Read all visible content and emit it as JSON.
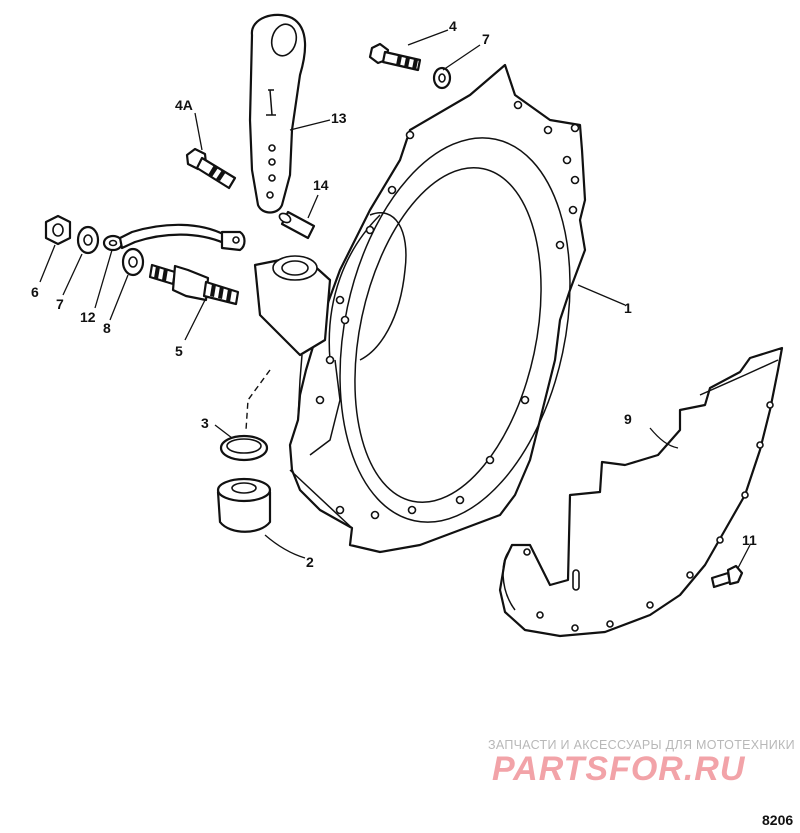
{
  "callouts": {
    "p1": "1",
    "p2": "2",
    "p3": "3",
    "p4": "4",
    "p4a": "4A",
    "p5": "5",
    "p6": "6",
    "p7a": "7",
    "p7b": "7",
    "p8": "8",
    "p9": "9",
    "p11": "11",
    "p12": "12",
    "p13": "13",
    "p14": "14"
  },
  "watermark": {
    "tagline": "ЗАПЧАСТИ И АКСЕССУАРЫ ДЛЯ МОТОТЕХНИКИ",
    "logo": "PARTSFOR.RU"
  },
  "figure_number": "8206"
}
